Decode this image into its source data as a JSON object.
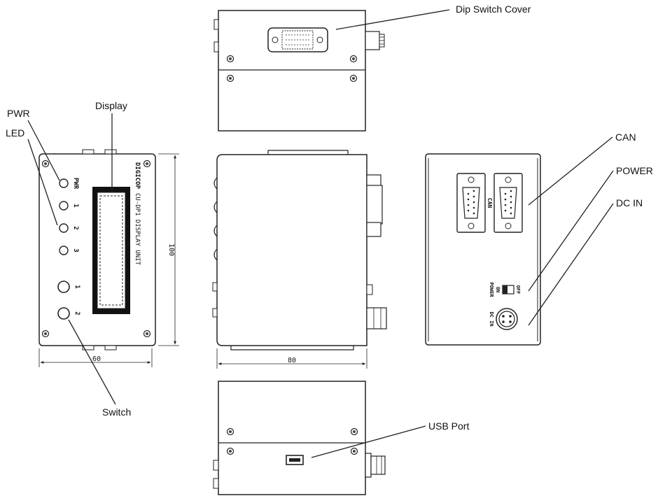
{
  "callouts": {
    "dip_switch_cover": "Dip Switch Cover",
    "display": "Display",
    "pwr": "PWR",
    "led": "LED",
    "switch": "Switch",
    "can": "CAN",
    "power": "POWER",
    "dc_in": "DC IN",
    "usb_port": "USB Port"
  },
  "front_panel": {
    "brand": "DIGICOP",
    "model_text": "CU-DP1 DISPLAY UNIT",
    "led_labels": [
      "PWR",
      "1",
      "2",
      "3"
    ],
    "switch_labels": [
      "1",
      "2"
    ]
  },
  "rear_panel": {
    "can_label": "CAN",
    "power_label": "POWER",
    "on_label": "ON",
    "off_label": "OFF",
    "dc_in_label": "DC IN"
  },
  "dimensions": {
    "front_width": "60",
    "front_height": "100",
    "side_depth": "80"
  }
}
